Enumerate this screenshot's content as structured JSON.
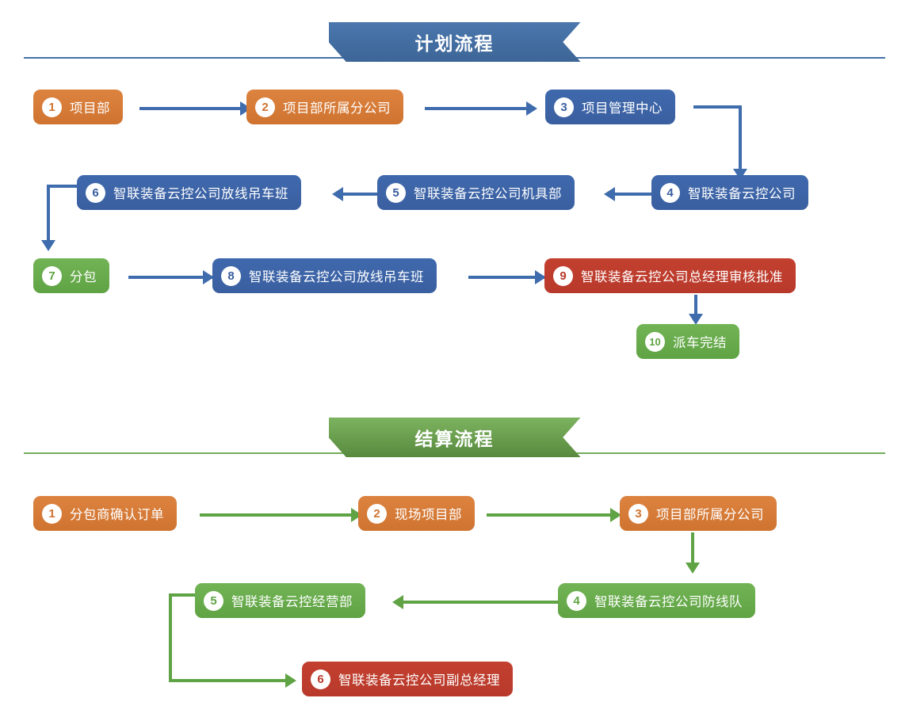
{
  "sections": [
    {
      "id": "plan",
      "title": "计划流程",
      "accent": "#3d6597",
      "nodes": [
        {
          "num": "1",
          "label": "项目部",
          "color": "orange"
        },
        {
          "num": "2",
          "label": "项目部所属分公司",
          "color": "orange"
        },
        {
          "num": "3",
          "label": "项目管理中心",
          "color": "blue"
        },
        {
          "num": "4",
          "label": "智联装备云控公司",
          "color": "blue"
        },
        {
          "num": "5",
          "label": "智联装备云控公司机具部",
          "color": "blue"
        },
        {
          "num": "6",
          "label": "智联装备云控公司放线吊车班",
          "color": "blue"
        },
        {
          "num": "7",
          "label": "分包",
          "color": "green"
        },
        {
          "num": "8",
          "label": "智联装备云控公司放线吊车班",
          "color": "blue"
        },
        {
          "num": "9",
          "label": "智联装备云控公司总经理审核批准",
          "color": "red"
        },
        {
          "num": "10",
          "label": "派车完结",
          "color": "green"
        }
      ]
    },
    {
      "id": "settlement",
      "title": "结算流程",
      "accent": "#588a3e",
      "nodes": [
        {
          "num": "1",
          "label": "分包商确认订单",
          "color": "orange"
        },
        {
          "num": "2",
          "label": "现场项目部",
          "color": "orange"
        },
        {
          "num": "3",
          "label": "项目部所属分公司",
          "color": "orange"
        },
        {
          "num": "4",
          "label": "智联装备云控公司防线队",
          "color": "green"
        },
        {
          "num": "5",
          "label": "智联装备云控经营部",
          "color": "green"
        },
        {
          "num": "6",
          "label": "智联装备云控公司副总经理",
          "color": "red"
        }
      ]
    }
  ]
}
